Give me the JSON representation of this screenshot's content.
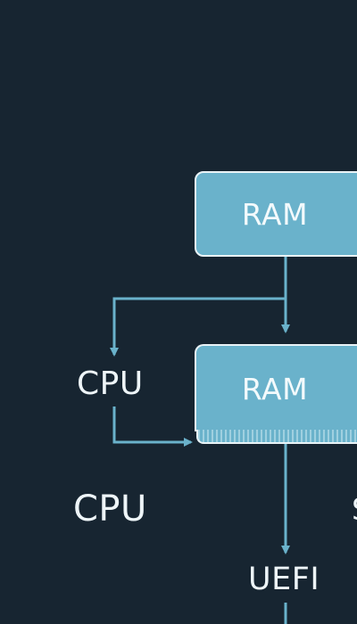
{
  "diagram": {
    "ram_top_label": "RAM",
    "ram_mid_label": "RAM",
    "cpu_label_1": "CPU",
    "cpu_label_2": "CPU",
    "uefi_label": "UEFI",
    "cut_off_label": "S",
    "colors": {
      "background": "#172531",
      "box_fill": "#6ab2cb",
      "box_border": "#e9f3f7",
      "arrow": "#6ab2cb",
      "text": "#eef5f8"
    }
  }
}
